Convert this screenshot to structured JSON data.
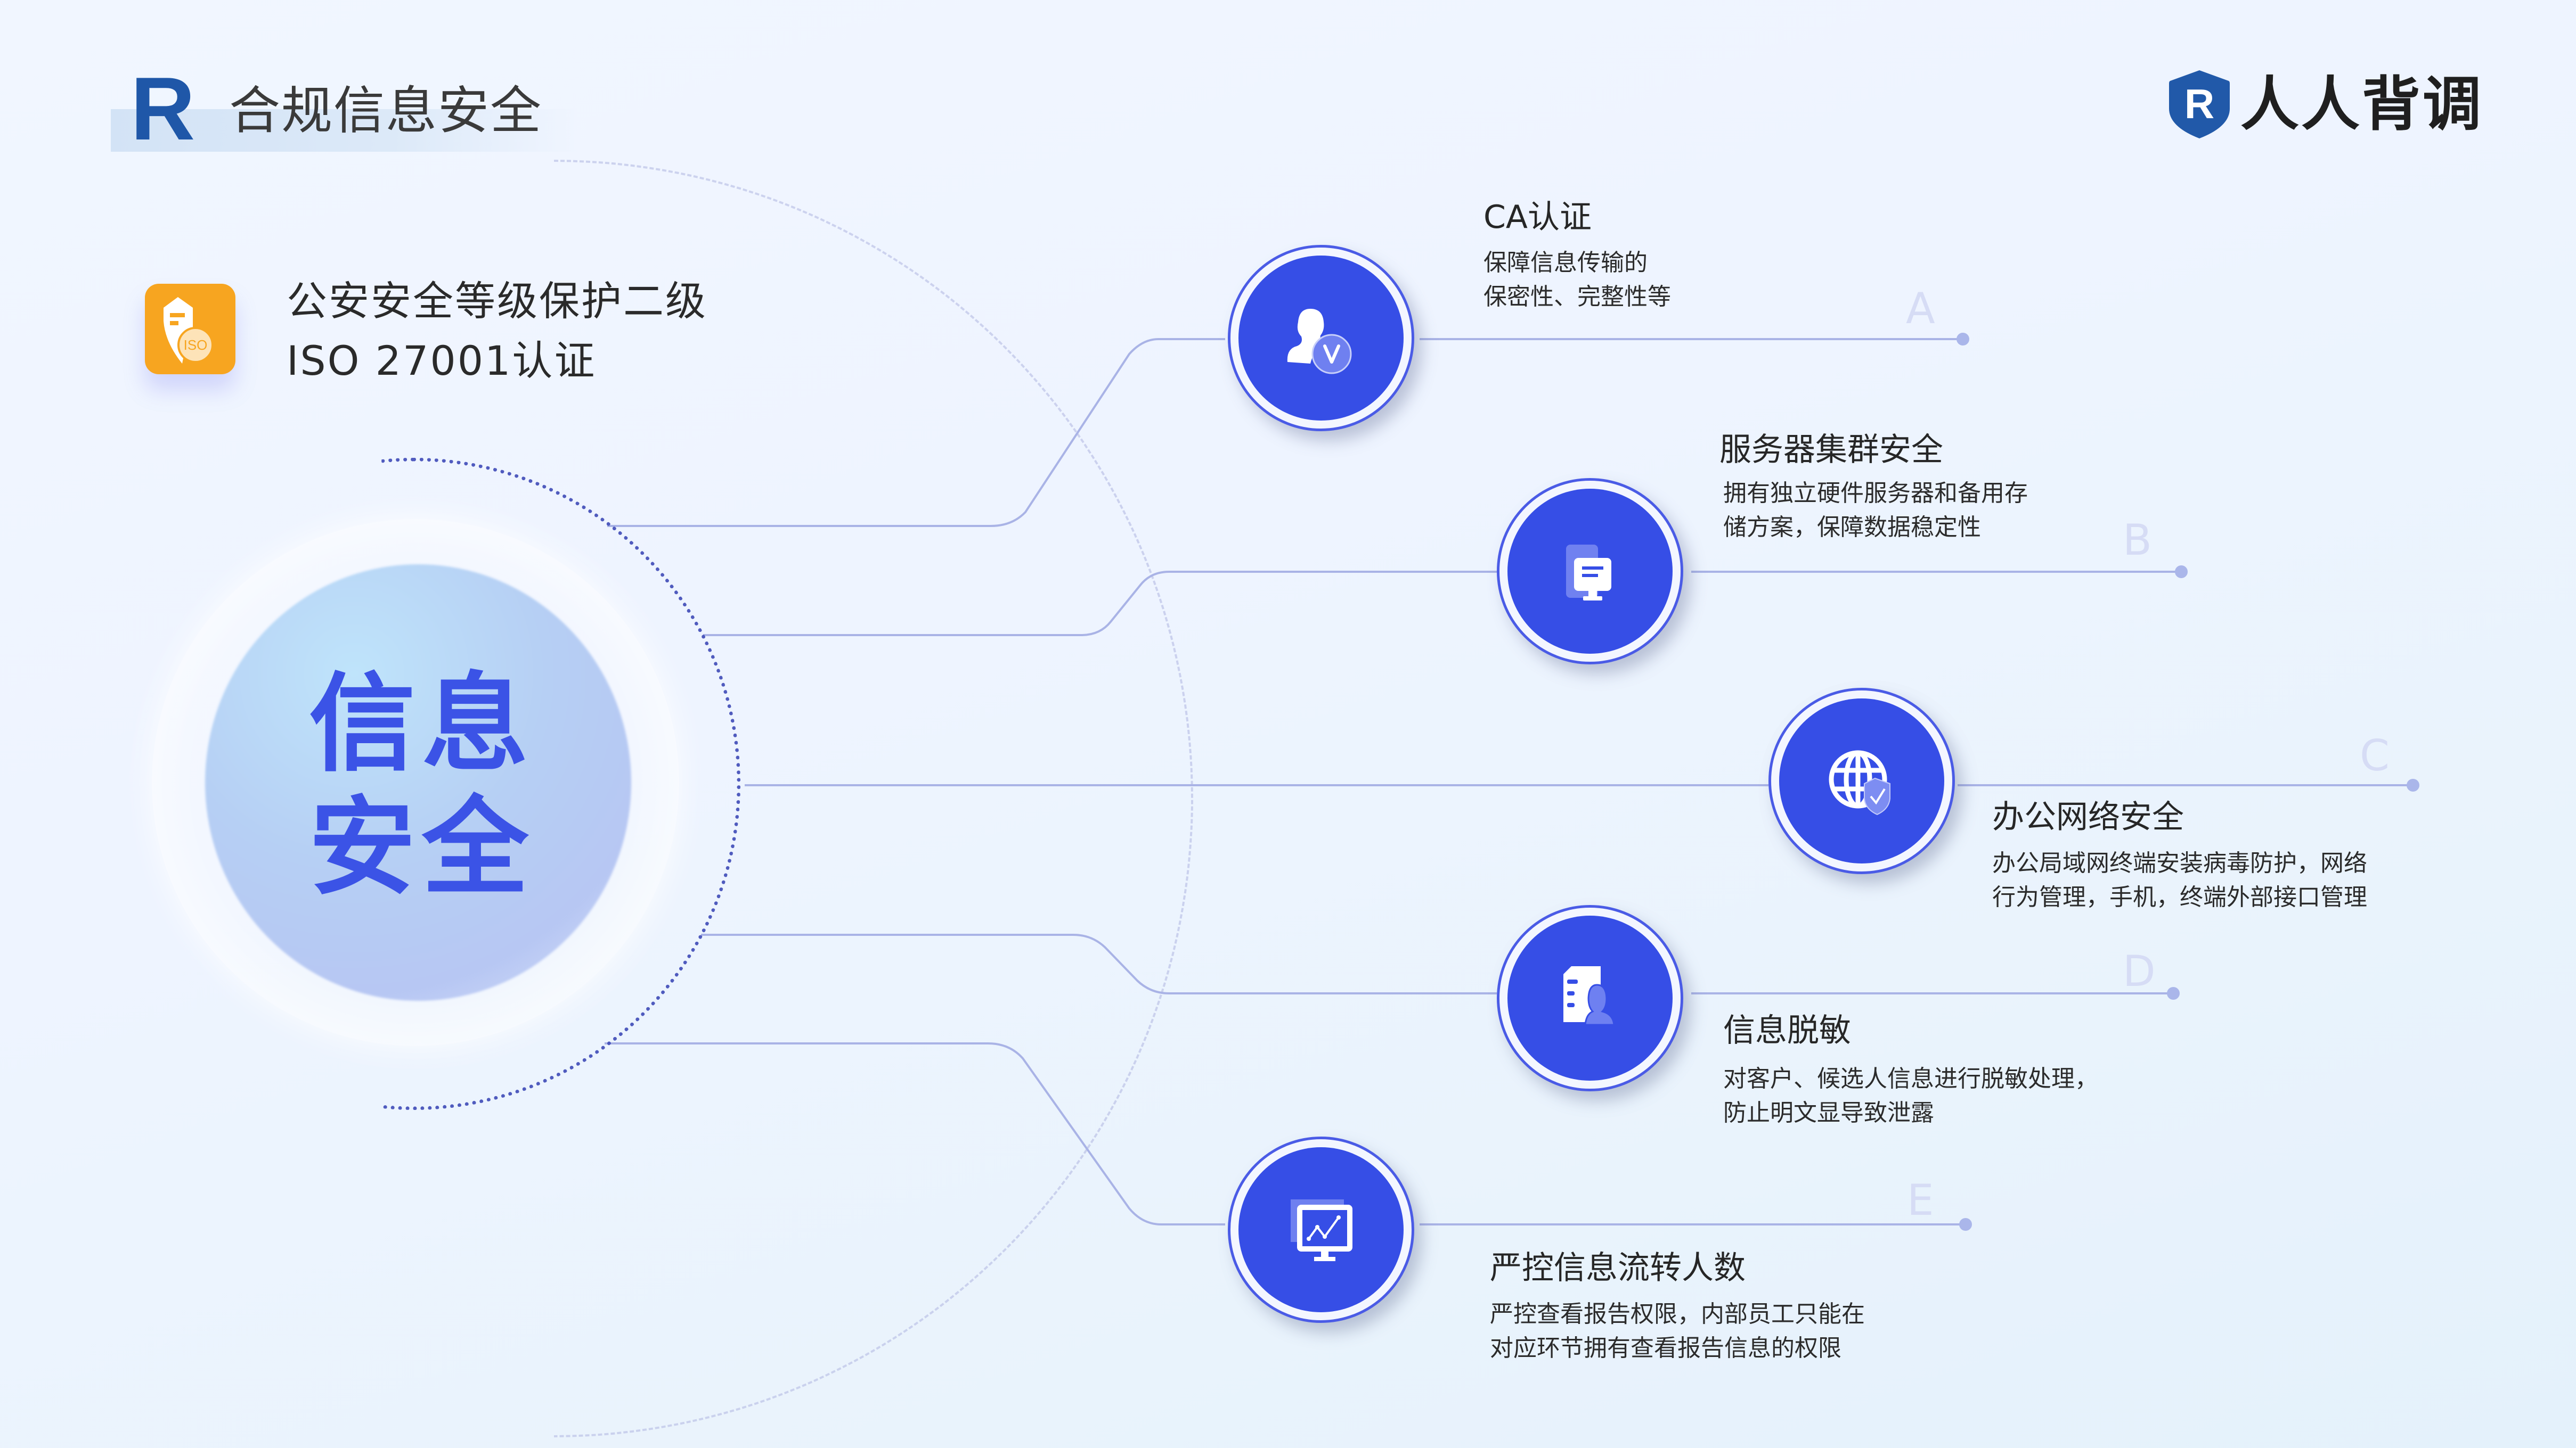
{
  "header": {
    "logo_letter": "R",
    "title": "合规信息安全",
    "brand_logo_letter": "R",
    "brand_name": "人人背调"
  },
  "certifications": {
    "icon": "iso-shield-icon",
    "icon_badge": "ISO",
    "lines": [
      "公安安全等级保护二级",
      "ISO 27001认证"
    ]
  },
  "center": {
    "line1": "信息",
    "line2": "安全"
  },
  "nodes": [
    {
      "letter": "A",
      "icon": "user-verified-icon",
      "title": "CA认证",
      "desc": [
        "保障信息传输的",
        "保密性、完整性等"
      ]
    },
    {
      "letter": "B",
      "icon": "server-icon",
      "title": "服务器集群安全",
      "desc": [
        "拥有独立硬件服务器和备用存",
        "储方案，保障数据稳定性"
      ]
    },
    {
      "letter": "C",
      "icon": "globe-shield-icon",
      "title": "办公网络安全",
      "desc": [
        "办公局域网终端安装病毒防护，网络",
        "行为管理，手机，终端外部接口管理"
      ]
    },
    {
      "letter": "D",
      "icon": "document-user-icon",
      "title": "信息脱敏",
      "desc": [
        "对客户、候选人信息进行脱敏处理，",
        "防止明文显导致泄露"
      ]
    },
    {
      "letter": "E",
      "icon": "monitor-chart-icon",
      "title": "严控信息流转人数",
      "desc": [
        "严控查看报告权限，内部员工只能在",
        "对应环节拥有查看报告信息的权限"
      ]
    }
  ],
  "colors": {
    "accent_blue": "#364EE6",
    "title_blue": "#1F57A8",
    "iso_orange": "#F7A520",
    "connector": "#A9B3E6",
    "letter_faint": "#D6DCF5"
  }
}
